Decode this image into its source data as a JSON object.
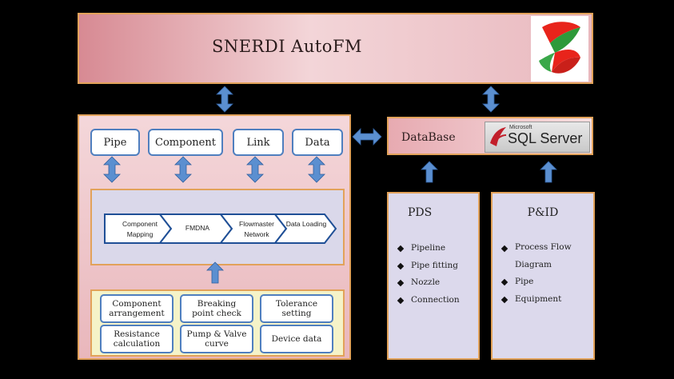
{
  "header": {
    "title": "SNERDI AutoFM",
    "logo_icon": "autofm-ribbon-logo"
  },
  "left": {
    "top_items": [
      "Pipe",
      "Component",
      "Link",
      "Data"
    ],
    "flow_steps": [
      "Component Mapping",
      "FMDNA",
      "Flowmaster Network",
      "Data Loading"
    ],
    "functions": [
      "Component\narrangement",
      "Breaking\npoint check",
      "Tolerance\nsetting",
      "Resistance\ncalculation",
      "Pump & Valve\ncurve",
      "Device data"
    ]
  },
  "database": {
    "label": "DataBase",
    "sql_vendor": "Microsoft",
    "sql_product": "SQL Server"
  },
  "pds": {
    "title": "PDS",
    "items": [
      "Pipeline",
      "Pipe fitting",
      "Nozzle",
      "Connection"
    ]
  },
  "pid": {
    "title": "P&ID",
    "items": [
      "Process Flow\nDiagram",
      "Pipe",
      "Equipment"
    ]
  },
  "colors": {
    "arrow": "#5b8fd0",
    "border": "#e2a25a",
    "flow": "#1f4f96"
  }
}
